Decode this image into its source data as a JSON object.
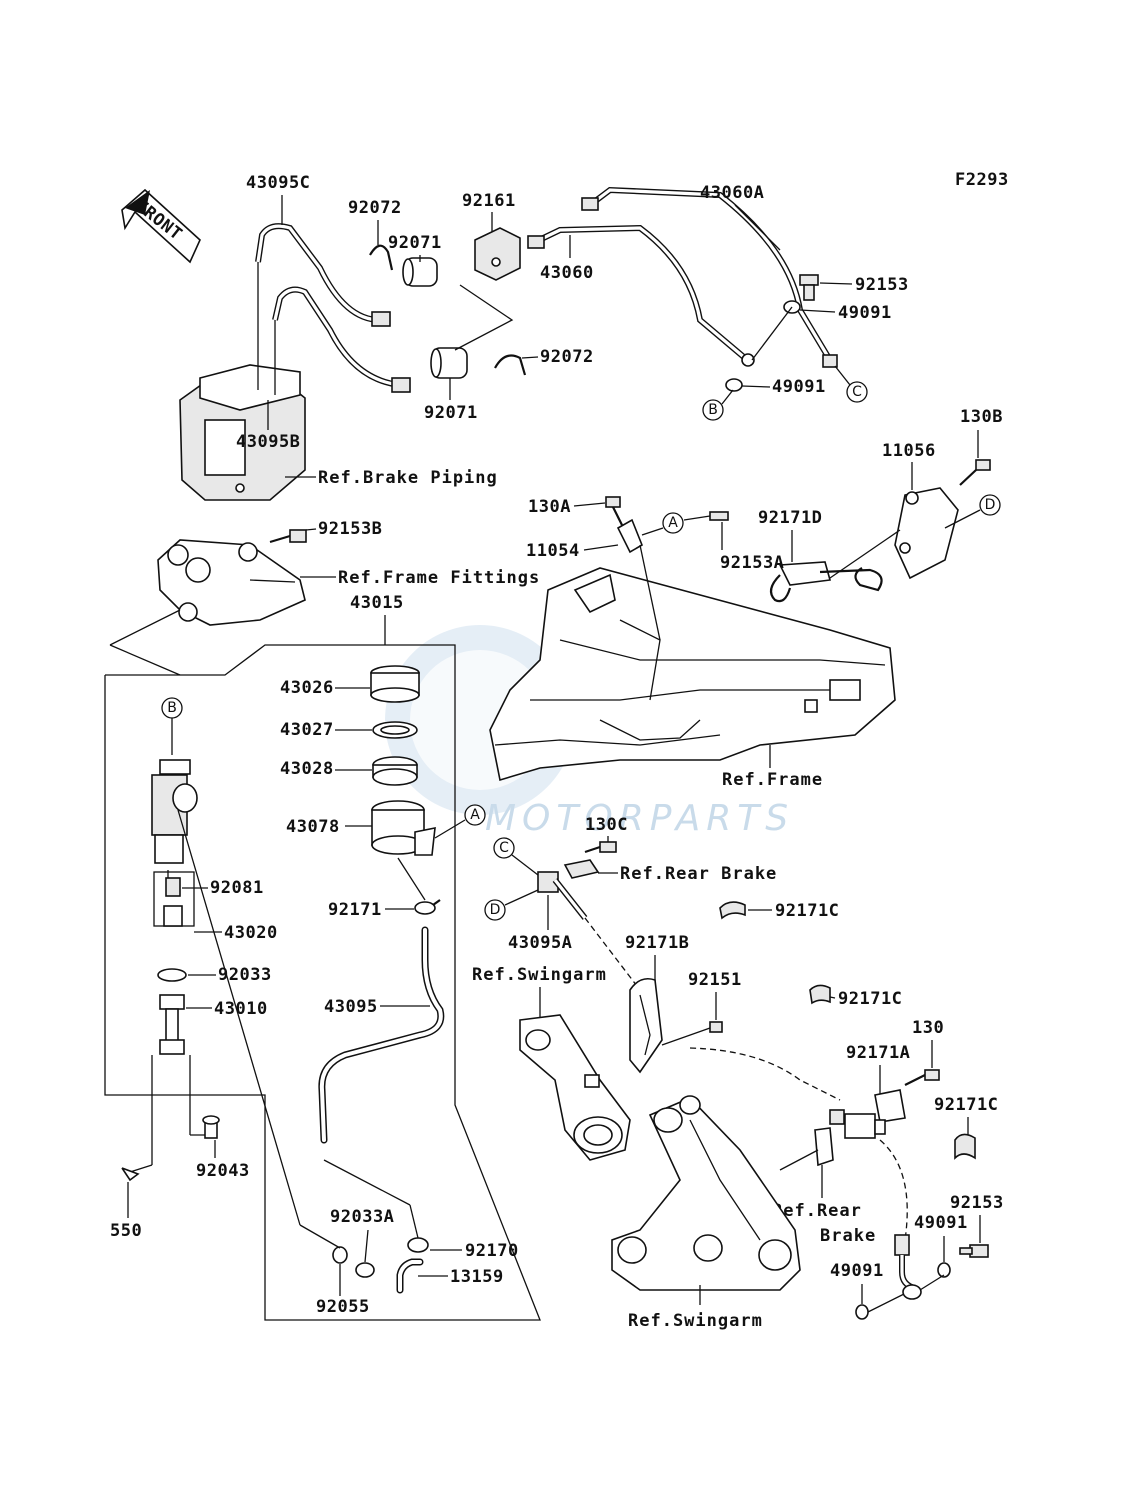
{
  "diagram_code": "F2293",
  "front_label": "FRONT",
  "watermark": "MOTORPARTS",
  "part_labels": {
    "p43095C": "43095C",
    "p92072a": "92072",
    "p92161": "92161",
    "p43060A": "43060A",
    "p92071a": "92071",
    "p43060": "43060",
    "p92153a": "92153",
    "p49091a": "49091",
    "p92072b": "92072",
    "p49091b": "49091",
    "p92071b": "92071",
    "p43095B": "43095B",
    "p130B": "130B",
    "p11056": "11056",
    "p130A": "130A",
    "p92171D": "92171D",
    "p92153B": "92153B",
    "p11054": "11054",
    "p92153A": "92153A",
    "p43015": "43015",
    "p43026": "43026",
    "p43027": "43027",
    "p43028": "43028",
    "p43078": "43078",
    "p130C": "130C",
    "p92081": "92081",
    "p43020": "43020",
    "p92171": "92171",
    "p92171C_a": "92171C",
    "p43095A": "43095A",
    "p92171B": "92171B",
    "p92033": "92033",
    "p43010": "43010",
    "p92151": "92151",
    "p92171C_b": "92171C",
    "p43095": "43095",
    "p130": "130",
    "p92171A": "92171A",
    "p92171C_c": "92171C",
    "p92043": "92043",
    "p550": "550",
    "p92033A": "92033A",
    "p92170": "92170",
    "p13159": "13159",
    "p92055": "92055",
    "p92153c": "92153",
    "p49091c": "49091",
    "p49091d": "49091"
  },
  "ref_labels": {
    "brake_piping": "Ref.Brake Piping",
    "frame_fittings": "Ref.Frame Fittings",
    "frame": "Ref.Frame",
    "rear_brake_a": "Ref.Rear Brake",
    "swingarm_a": "Ref.Swingarm",
    "rear_brake_b_line1": "Ref.Rear",
    "rear_brake_b_line2": "Brake",
    "swingarm_b": "Ref.Swingarm"
  },
  "callouts": {
    "A1": "A",
    "A2": "A",
    "B1": "B",
    "B2": "B",
    "C1": "C",
    "C2": "C",
    "D1": "D",
    "D2": "D"
  }
}
